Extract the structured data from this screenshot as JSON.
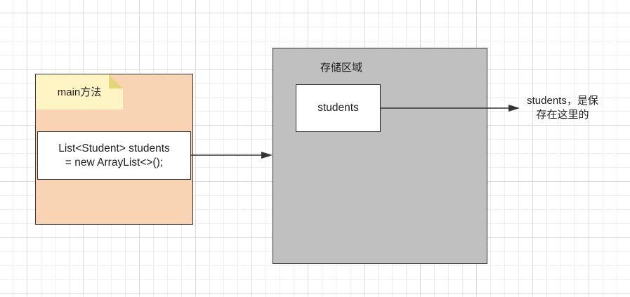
{
  "diagram": {
    "note_label": "main方法",
    "code_text": "List<Student> students\n= new ArrayList<>();",
    "storage_label": "存储区域",
    "variable_label": "students",
    "annotation": "students，是保\n存在这里的"
  },
  "colors": {
    "main_fill": "#f8d4b4",
    "note_fill": "#fff4c3",
    "note_fold": "#e6d47a",
    "storage_fill": "#c0c0c0",
    "stroke": "#333333"
  }
}
